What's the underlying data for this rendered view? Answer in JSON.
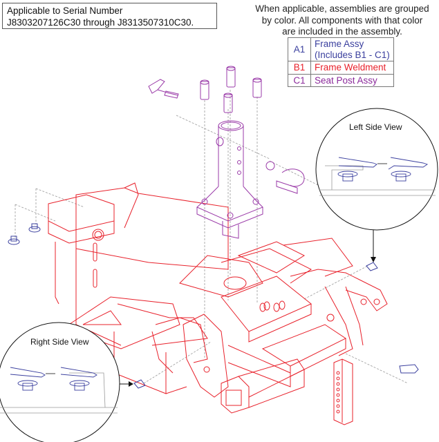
{
  "serial_note": {
    "line1": "Applicable to Serial Number",
    "line2": "J8303207126C30 through J8313507310C30."
  },
  "color_note": {
    "line1": "When applicable, assemblies are grouped",
    "line2": "by color. All components with that color",
    "line3": "are included in the assembly."
  },
  "legend": {
    "rows": [
      {
        "code": "A1",
        "label_line1": "Frame Assy",
        "label_line2": "(Includes B1 - C1)",
        "color": "#3a3f9e"
      },
      {
        "code": "B1",
        "label_line1": "Frame Weldment",
        "color": "#e8202a"
      },
      {
        "code": "C1",
        "label_line1": "Seat Post Assy",
        "color": "#8b2a9b"
      }
    ]
  },
  "detail_views": {
    "left": "Left Side View",
    "right": "Right Side View"
  },
  "colors": {
    "frame_weldment": "#e8202a",
    "seat_post": "#9a3aa8",
    "hardware": "#3a3f9e",
    "leader": "#999999"
  }
}
